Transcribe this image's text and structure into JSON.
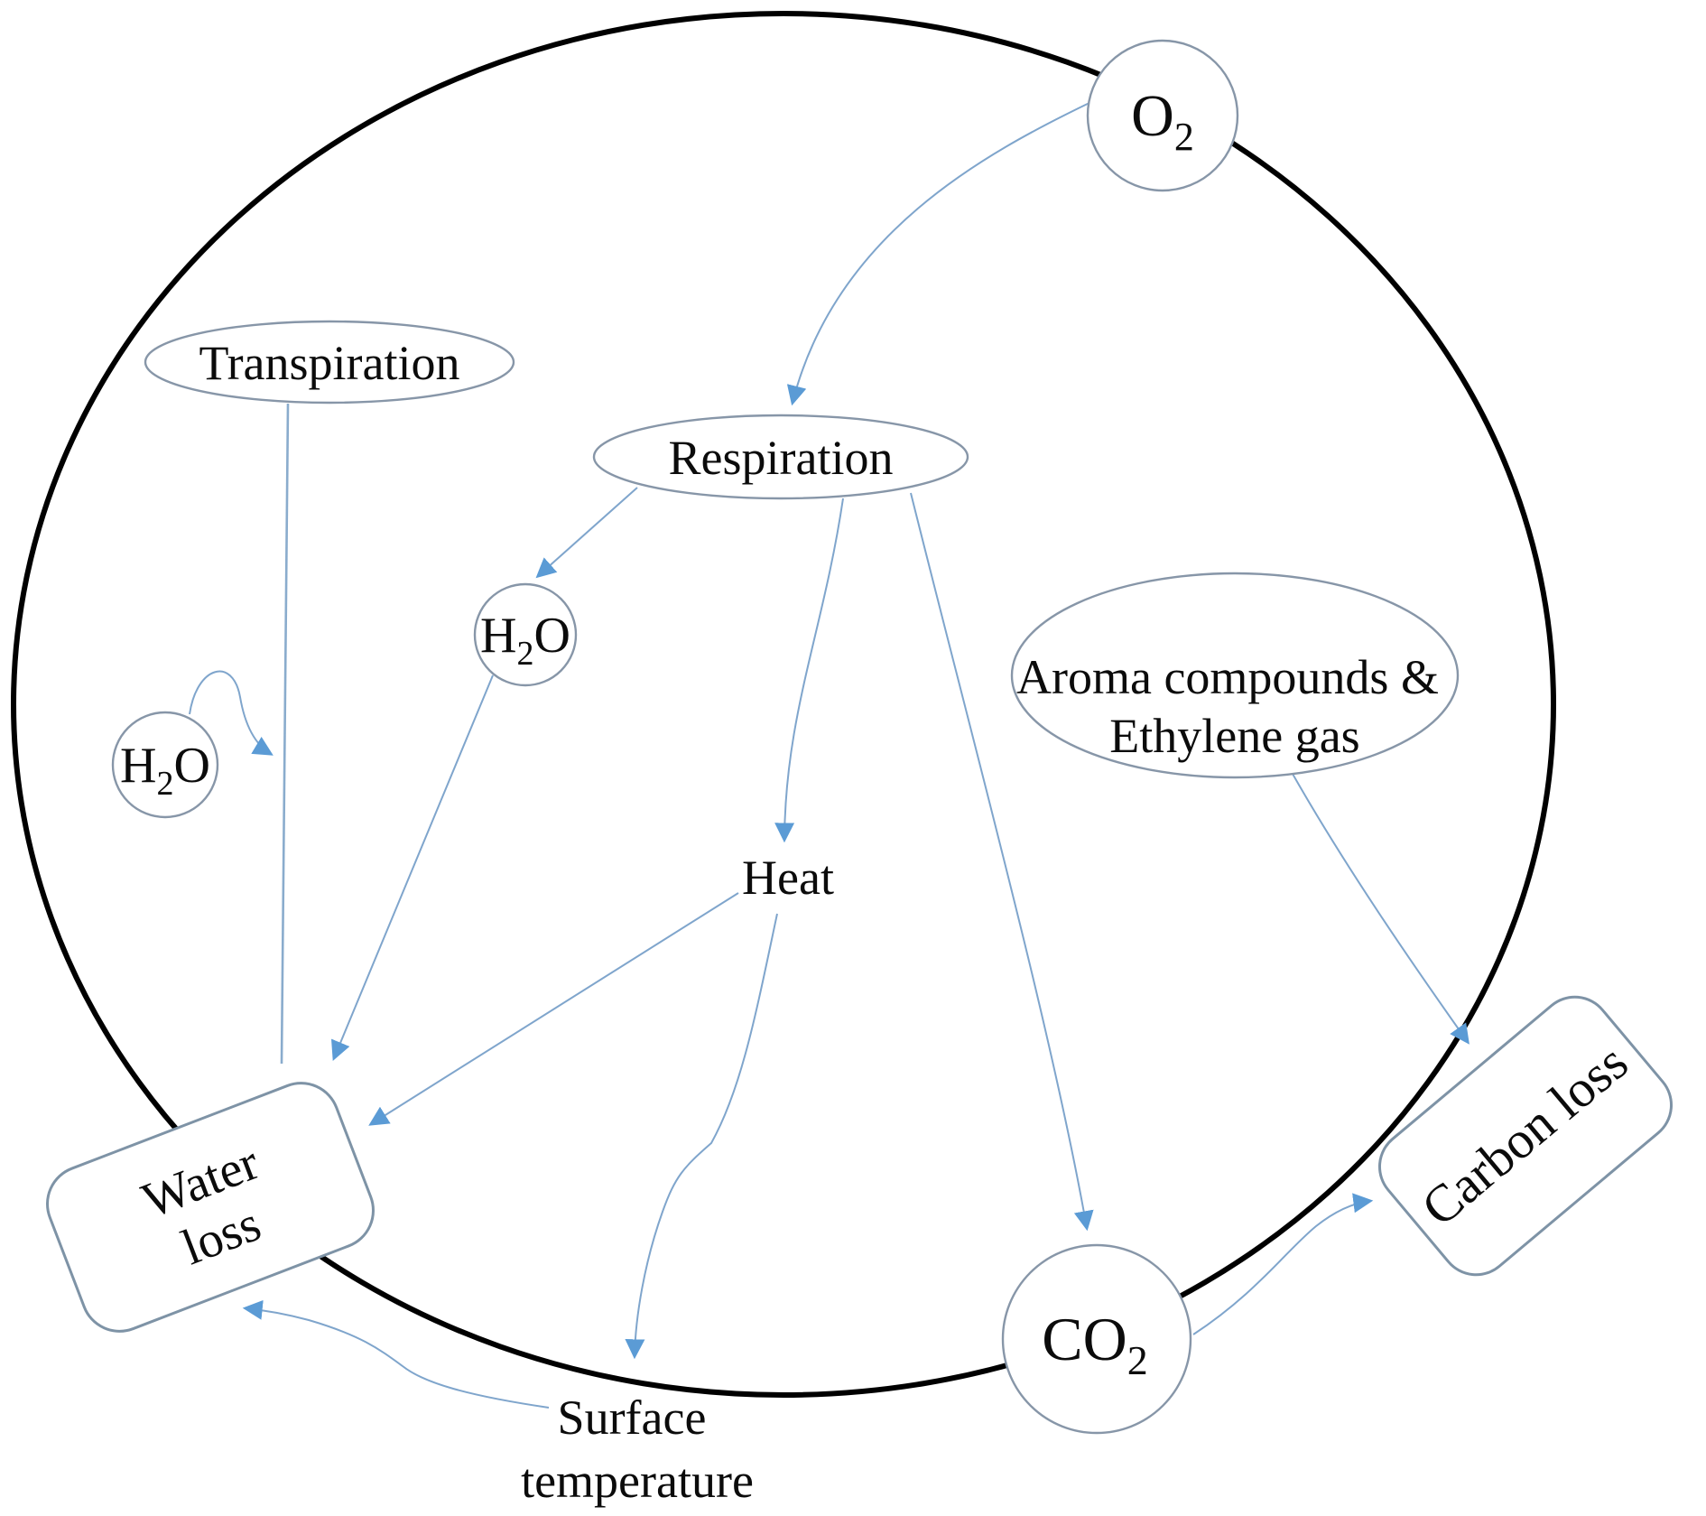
{
  "figure": {
    "kind": "cycle-diagram",
    "nodes": {
      "o2": {
        "t1": "O",
        "sub": "2"
      },
      "transpiration": {
        "label": "Transpiration"
      },
      "respiration": {
        "label": "Respiration"
      },
      "h2o_mid": {
        "t1": "H",
        "sub": "2",
        "t2": "O"
      },
      "h2o_left": {
        "t1": "H",
        "sub": "2",
        "t2": "O"
      },
      "aroma": {
        "line1": "Aroma compounds &",
        "line2": "Ethylene gas"
      },
      "heat": {
        "label": "Heat"
      },
      "water_loss": {
        "line1": "Water",
        "line2": "loss"
      },
      "carbon_loss": {
        "label": "Carbon loss"
      },
      "co2": {
        "t1": "CO",
        "sub": "2"
      },
      "surface_temp": {
        "line1": "Surface",
        "line2": "temperature"
      }
    },
    "edges": [
      {
        "from": "O2",
        "to": "Respiration"
      },
      {
        "from": "Transpiration",
        "to": "Water loss"
      },
      {
        "from": "H2O (left)",
        "to": "Transpiration flow line"
      },
      {
        "from": "Respiration",
        "to": "H2O"
      },
      {
        "from": "Respiration",
        "to": "Heat"
      },
      {
        "from": "Respiration",
        "to": "CO2"
      },
      {
        "from": "H2O",
        "to": "Water loss"
      },
      {
        "from": "Heat",
        "to": "Water loss"
      },
      {
        "from": "Heat",
        "to": "Surface temperature"
      },
      {
        "from": "Aroma compounds & Ethylene gas",
        "to": "Carbon loss"
      },
      {
        "from": "CO2",
        "to": "Carbon loss"
      },
      {
        "from": "Surface temperature",
        "to": "Water loss"
      }
    ],
    "colors": {
      "outline": "#000000",
      "arrow_line": "#7fa5cc",
      "arrowhead": "#5b9bd5",
      "node_border": "#8796a8",
      "box_border": "#7e93a6",
      "text": "#0b0b0b",
      "background": "#ffffff"
    }
  }
}
